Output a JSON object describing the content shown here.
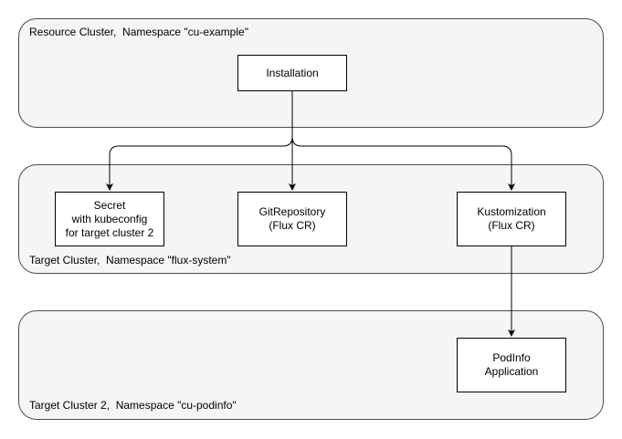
{
  "clusters": {
    "resource": {
      "label": "Resource Cluster,  Namespace \"cu-example\""
    },
    "target": {
      "label": "Target Cluster,  Namespace \"flux-system\""
    },
    "target2": {
      "label": "Target Cluster 2,  Namespace \"cu-podinfo\""
    }
  },
  "nodes": {
    "installation": "Installation",
    "secret": "Secret\nwith kubeconfig\nfor target cluster 2",
    "gitrepository": "GitRepository\n(Flux CR)",
    "kustomization": "Kustomization\n(Flux CR)",
    "podinfo": "PodInfo\nApplication"
  },
  "colors": {
    "cluster_fill": "#f5f5f5",
    "cluster_border": "#4d4d4d",
    "node_fill": "#ffffff",
    "edge": "#000000"
  }
}
